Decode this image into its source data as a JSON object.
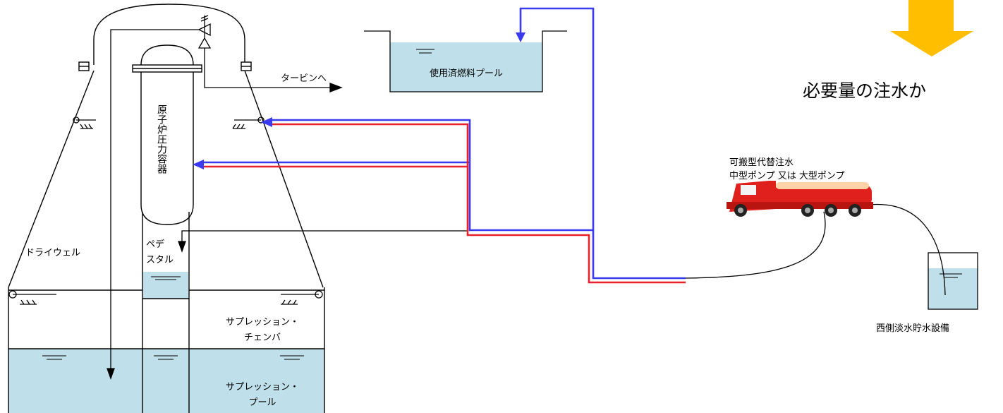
{
  "labels": {
    "to_turbine": "タービンへ",
    "spent_fuel_pool": "使用済燃料プール",
    "rpv_vertical": "原子炉圧力容器",
    "drywell": "ドライウェル",
    "pedestal_line1": "ペデ",
    "pedestal_line2": "スタル",
    "suppression_chamber_line1": "サプレッション・",
    "suppression_chamber_line2": "チェンバ",
    "suppression_pool_line1": "サプレッション・",
    "suppression_pool_line2": "プール",
    "pump_line1": "可搬型代替注水",
    "pump_line2": "中型ポンプ 又は 大型ポンプ",
    "tank": "西側淡水貯水設備",
    "headline": "必要量の注水か"
  },
  "colors": {
    "water": "#bfe0ea",
    "line_blue": "#3a3af0",
    "line_red": "#e8212c",
    "arrow_yellow": "#ffbf00",
    "truck_red": "#e0201c"
  },
  "icons": {
    "down_arrow": "down-arrow-icon",
    "fire_truck": "fire-truck-icon",
    "relief_valve": "relief-valve-icon",
    "spray_header": "spray-header-icon"
  }
}
